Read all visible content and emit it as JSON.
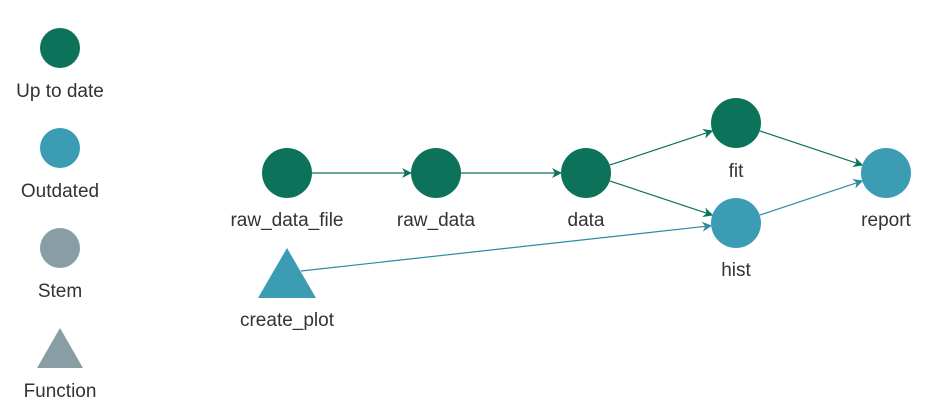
{
  "colors": {
    "up_to_date": "#0c735a",
    "outdated": "#3b9cb4",
    "stem": "#899da4",
    "function": "#899da4",
    "edge_up_to_date": "#0c735a",
    "edge_outdated": "#2f8aa3",
    "label": "#333333"
  },
  "legend": [
    {
      "label": "Up to date",
      "shape": "circle",
      "status": "up_to_date"
    },
    {
      "label": "Outdated",
      "shape": "circle",
      "status": "outdated"
    },
    {
      "label": "Stem",
      "shape": "circle",
      "status": "stem"
    },
    {
      "label": "Function",
      "shape": "triangle",
      "status": "function"
    }
  ],
  "nodes": [
    {
      "id": "raw_data_file",
      "label": "raw_data_file",
      "shape": "circle",
      "status": "up_to_date"
    },
    {
      "id": "raw_data",
      "label": "raw_data",
      "shape": "circle",
      "status": "up_to_date"
    },
    {
      "id": "data",
      "label": "data",
      "shape": "circle",
      "status": "up_to_date"
    },
    {
      "id": "fit",
      "label": "fit",
      "shape": "circle",
      "status": "up_to_date"
    },
    {
      "id": "hist",
      "label": "hist",
      "shape": "circle",
      "status": "outdated"
    },
    {
      "id": "report",
      "label": "report",
      "shape": "circle",
      "status": "outdated"
    },
    {
      "id": "create_plot",
      "label": "create_plot",
      "shape": "triangle",
      "status": "outdated"
    }
  ],
  "edges": [
    {
      "from": "raw_data_file",
      "to": "raw_data",
      "status": "up_to_date"
    },
    {
      "from": "raw_data",
      "to": "data",
      "status": "up_to_date"
    },
    {
      "from": "data",
      "to": "fit",
      "status": "up_to_date"
    },
    {
      "from": "data",
      "to": "hist",
      "status": "up_to_date"
    },
    {
      "from": "fit",
      "to": "report",
      "status": "up_to_date"
    },
    {
      "from": "hist",
      "to": "report",
      "status": "outdated"
    },
    {
      "from": "create_plot",
      "to": "hist",
      "status": "outdated"
    }
  ]
}
